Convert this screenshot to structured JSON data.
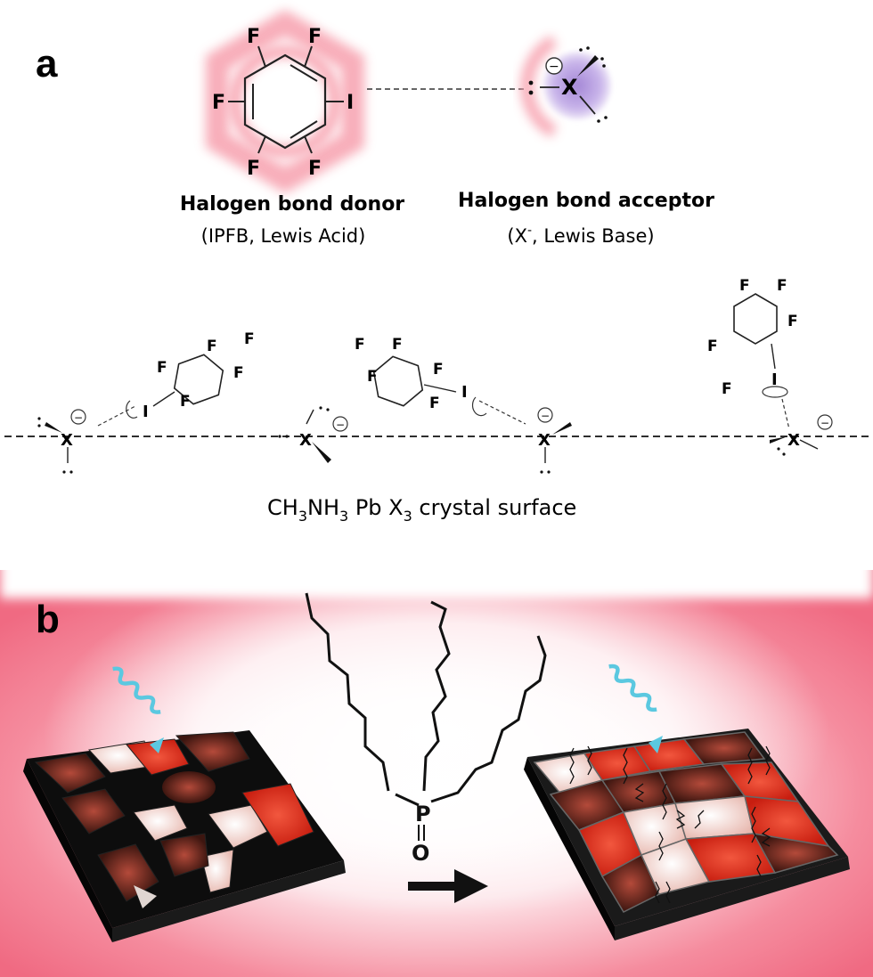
{
  "panel_a": {
    "label": "a",
    "donor": {
      "title": "Halogen bond donor",
      "subtitle": "(IPFB, Lewis Acid)"
    },
    "acceptor": {
      "title": "Halogen bond acceptor",
      "subtitle_prefix": "(X",
      "subtitle_sup": "-",
      "subtitle_suffix": ", Lewis Base)"
    },
    "atoms": {
      "fluorine": "F",
      "iodine": "I",
      "halide": "X",
      "charge": "−"
    },
    "surface_caption": {
      "p1": "CH",
      "s1": "3",
      "p2": "NH",
      "s2": "3",
      "p3": " Pb X",
      "s3": "3",
      "p4": " crystal surface"
    }
  },
  "panel_b": {
    "label": "b",
    "molecule_atoms": {
      "phosphorus": "P",
      "oxygen": "O"
    }
  },
  "colors": {
    "glow_pink": "#f7a0ae",
    "glow_violet": "#b39ddb",
    "photon": "#5bc8e0",
    "grain_red": "#e0331f",
    "grain_dark": "#4a1c14",
    "grain_light": "#f6e4e0",
    "film_edge": "#111111"
  }
}
